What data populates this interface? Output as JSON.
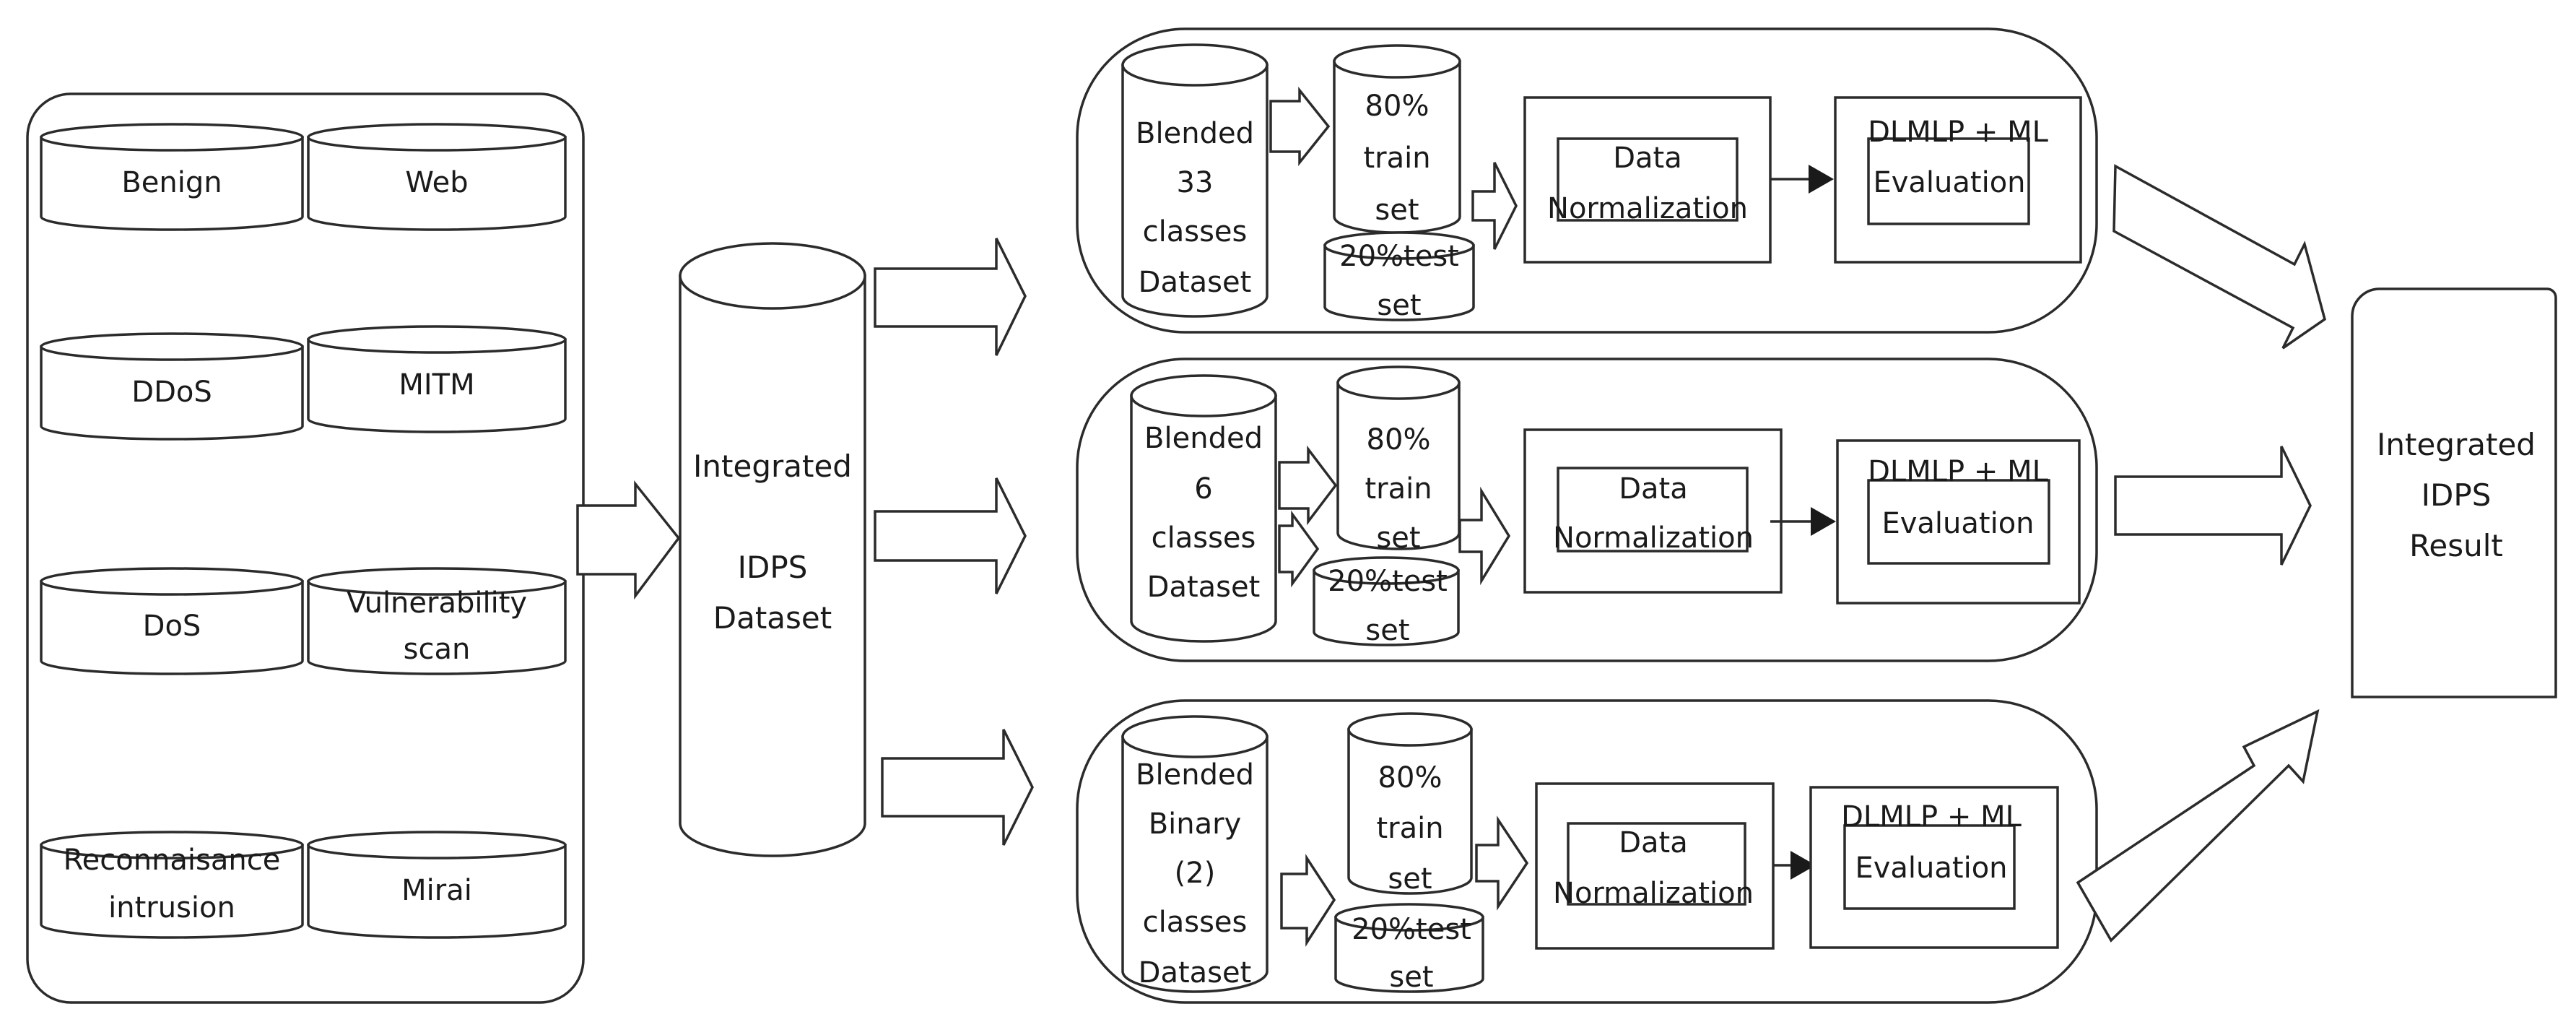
{
  "attack_categories": [
    "Benign",
    "Web",
    "DDoS",
    "MITM",
    "DoS",
    "Vulnerability",
    "scan",
    "Reconnaisance",
    "intrusion",
    "Mirai"
  ],
  "integrated_dataset": [
    "Integrated",
    "IDPS",
    "Dataset"
  ],
  "pipelines": [
    {
      "dataset": [
        "Blended",
        "33",
        "classes",
        "Dataset"
      ],
      "train": [
        "80%",
        "train",
        "set"
      ],
      "test": [
        "20%test",
        "set"
      ],
      "normalization": [
        "Data",
        "Normalization"
      ],
      "model": "DLMLP + ML",
      "evaluation": "Evaluation"
    },
    {
      "dataset": [
        "Blended",
        "6",
        "classes",
        "Dataset"
      ],
      "train": [
        "80%",
        "train",
        "set"
      ],
      "test": [
        "20%test",
        "set"
      ],
      "normalization": [
        "Data",
        "Normalization"
      ],
      "model": "DLMLP + ML",
      "evaluation": "Evaluation"
    },
    {
      "dataset": [
        "Blended",
        "Binary",
        "(2)",
        "classes",
        "Dataset"
      ],
      "train": [
        "80%",
        "train",
        "set"
      ],
      "test": [
        "20%test",
        "set"
      ],
      "normalization": [
        "Data",
        "Normalization"
      ],
      "model": "DLMLP + ML",
      "evaluation": "Evaluation"
    }
  ],
  "result": [
    "Integrated",
    "IDPS",
    "Result"
  ]
}
